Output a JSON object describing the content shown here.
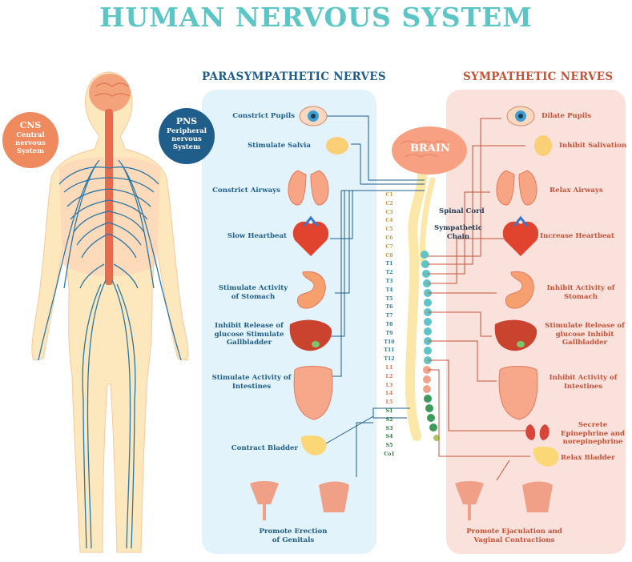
{
  "title": "HUMAN NERVOUS SYSTEM",
  "parasympathetic": {
    "heading": "PARASYMPATHETIC NERVES",
    "labels": [
      "Constrict Pupils",
      "Stimulate Salvia",
      "Constrict Airways",
      "Slow Heartbeat",
      "Stimulate Activity of Stomach",
      "Inhibit Release of glucose Stimulate Gallbladder",
      "Stimulate Activity of Intestines",
      "Contract Bladder",
      "Promote Erection of Genitals"
    ]
  },
  "sympathetic": {
    "heading": "SYMPATHETIC NERVES",
    "labels": [
      "Dilate Pupils",
      "Inhibit Salivation",
      "Relax Airways",
      "Increase Heartbeat",
      "Inhibit Activity of Stomach",
      "Stimulate Release of glucose Inhibit Gallbladder",
      "Inhibit Activity of Intestines",
      "Secrete Epinephrine and norepinephrine",
      "Relax Bladder",
      "Promote Ejaculation and Vaginal Contractions"
    ]
  },
  "cns": {
    "abbr": "CNS",
    "full": "Central nervous System"
  },
  "pns": {
    "abbr": "PNS",
    "full": "Peripheral nervous System"
  },
  "center": {
    "brain": "BRAIN",
    "spinal_cord": "Spinal Cord",
    "sympathetic_chain": "Sympathetic Chain"
  },
  "vertebrae": {
    "cervical": [
      "C1",
      "C2",
      "C3",
      "C4",
      "C5",
      "C6",
      "C7",
      "C8"
    ],
    "thoracic": [
      "T1",
      "T2",
      "T3",
      "T4",
      "T5",
      "T6",
      "T7",
      "T8",
      "T9",
      "T10",
      "T11",
      "T12"
    ],
    "lumbar": [
      "L1",
      "L2",
      "L3",
      "L4",
      "L5"
    ],
    "sacral": [
      "S1",
      "S2",
      "S3",
      "S4",
      "S5",
      "Co1"
    ]
  },
  "colors": {
    "title": "#5cc5c6",
    "para": "#1f5d8a",
    "symp": "#c65338",
    "para_panel": "#e2f3fb",
    "symp_panel": "#fbe1db",
    "cns_badge": "#ef8a5e",
    "pns_badge": "#1f5d8a"
  }
}
